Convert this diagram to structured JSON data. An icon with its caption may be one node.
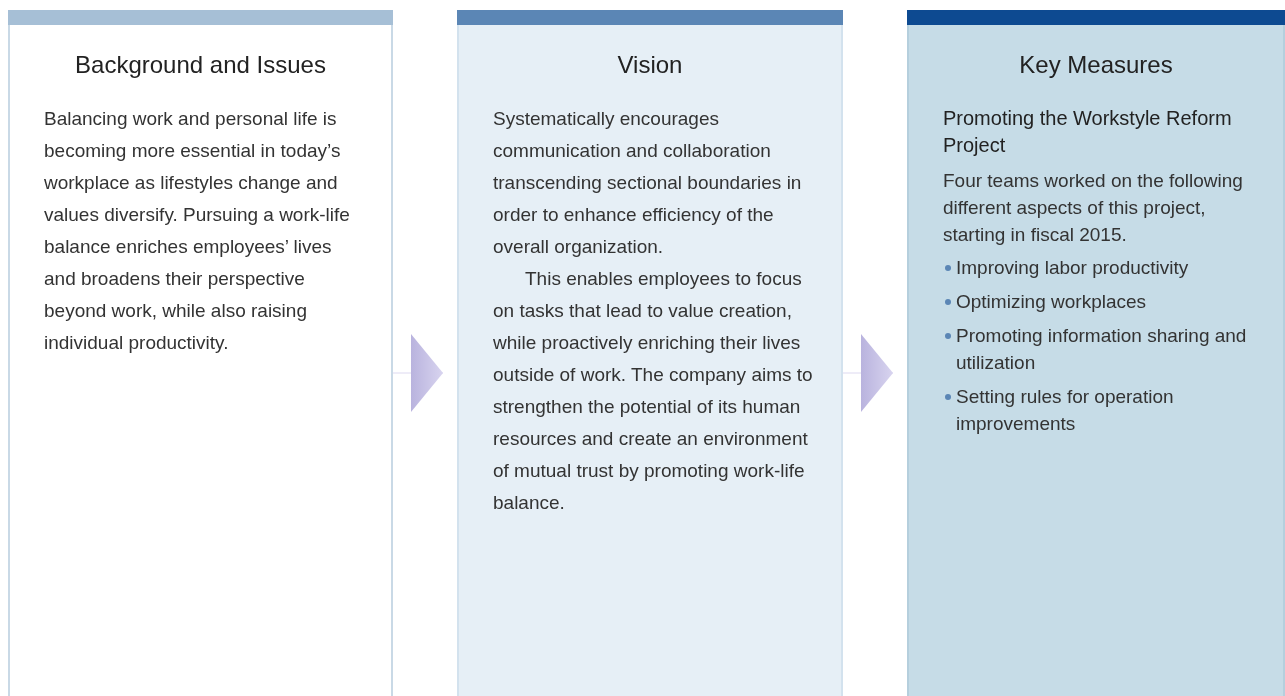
{
  "diagram": {
    "nodes": [
      {
        "text": [
          "Background and Issues",
          "Balancing work and personal life is becoming more essential in today’s workplace as lifestyles change and values diversify. Pursuing a work-life balance enriches employees’ lives and broadens their perspective beyond work, while also raising individual productivity."
        ]
      },
      {
        "text": [
          "Vision",
          "Systematically encourages communication and collaboration transcending sectional boundaries in order to enhance efficiency of the overall organization.",
          "This enables employees to focus on tasks that lead to value creation, while proactively enriching their lives outside of work. The company aims to strengthen the potential of its human resources and create an environment of mutual trust by promoting work-life balance."
        ]
      },
      {
        "text": [
          "Key Measures",
          "Promoting the Workstyle Reform Project",
          "Four teams worked on the following different aspects of this project, starting in fiscal 2015.",
          "Improving labor productivity",
          "Optimizing workplaces",
          "Promoting information sharing and utilization",
          "Setting rules for operation improvements"
        ]
      }
    ],
    "edges": [
      {
        "from": 0,
        "to": 1,
        "arrow": "to"
      },
      {
        "from": 1,
        "to": 2,
        "arrow": "to"
      }
    ]
  }
}
